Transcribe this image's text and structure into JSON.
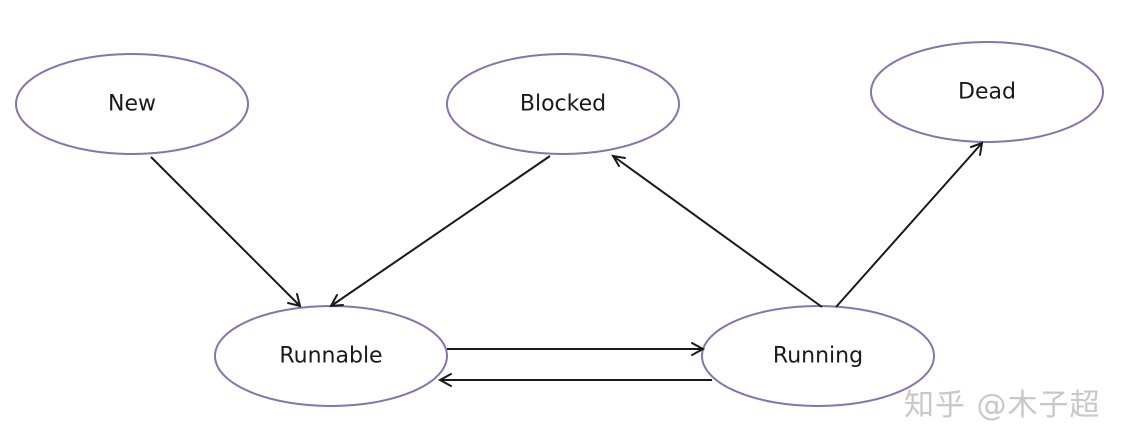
{
  "diagram": {
    "states": {
      "new": "New",
      "blocked": "Blocked",
      "dead": "Dead",
      "runnable": "Runnable",
      "running": "Running"
    },
    "transitions": [
      {
        "from": "new",
        "to": "runnable"
      },
      {
        "from": "blocked",
        "to": "runnable"
      },
      {
        "from": "runnable",
        "to": "running"
      },
      {
        "from": "running",
        "to": "runnable"
      },
      {
        "from": "running",
        "to": "blocked"
      },
      {
        "from": "running",
        "to": "dead"
      }
    ],
    "colors": {
      "node_border": "#8a73ad",
      "arrow": "#1a1a1a"
    }
  },
  "watermark": {
    "text": "知乎 @木子超"
  }
}
